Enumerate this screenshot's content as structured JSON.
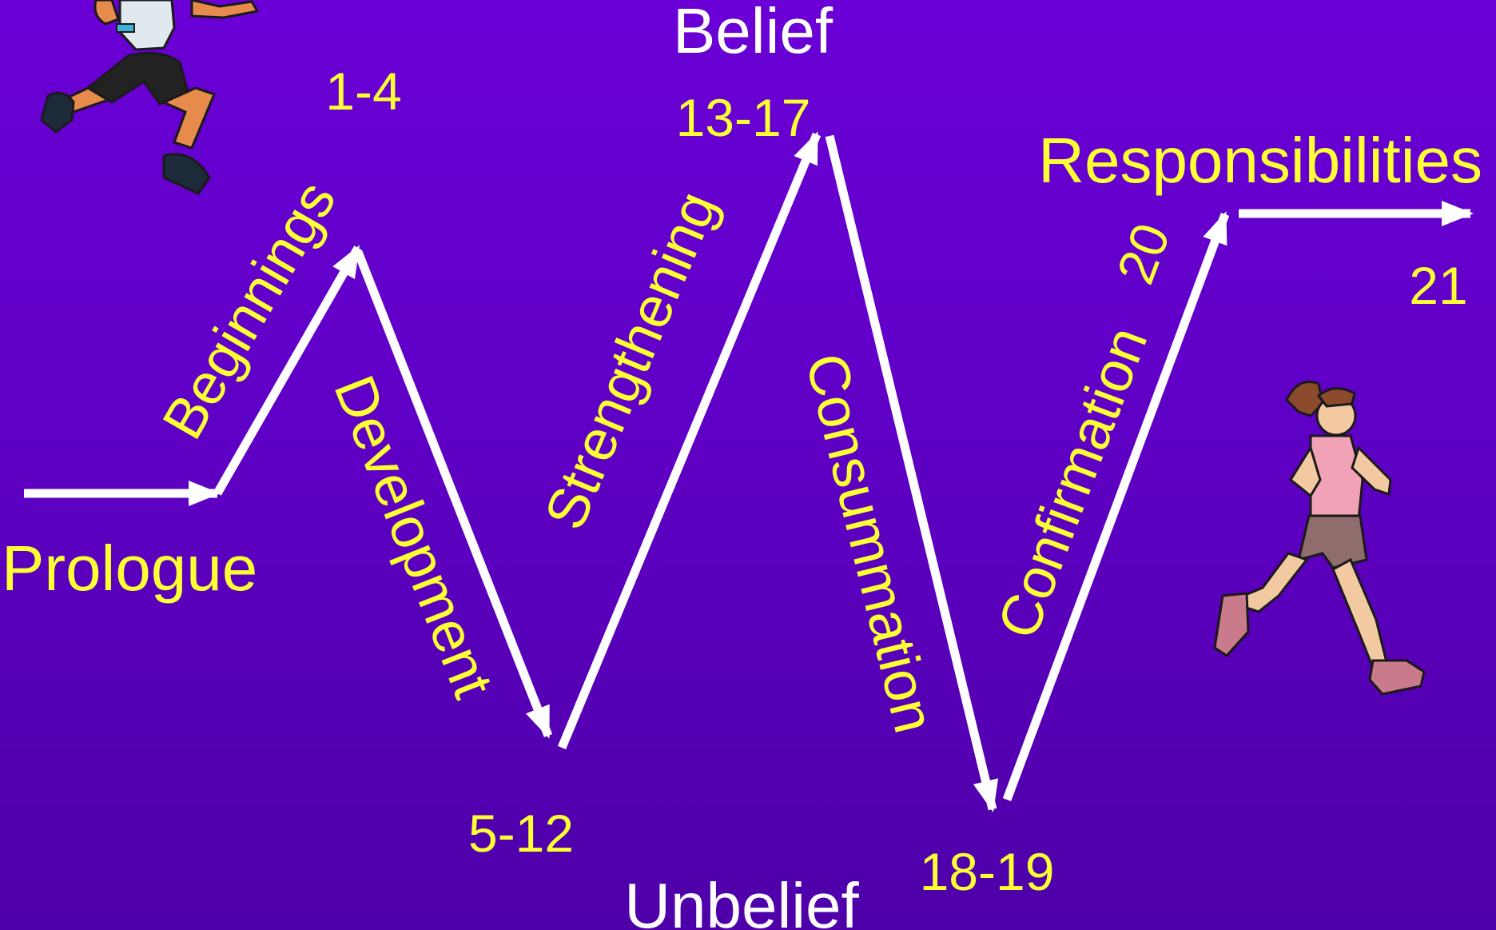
{
  "colors": {
    "background_top": "#6a00d6",
    "background_bottom": "#4e00a8",
    "label_text": "#ffff33",
    "heading_text": "#ffffff",
    "arrow": "#ffffff"
  },
  "headings": {
    "top": "Belief",
    "bottom": "Unbelief"
  },
  "stages": [
    {
      "name": "Prologue"
    },
    {
      "name": "Beginnings",
      "chapters": "1-4"
    },
    {
      "name": "Development",
      "chapters": "5-12"
    },
    {
      "name": "Strengthening",
      "chapters": "13-17"
    },
    {
      "name": "Consummation",
      "chapters": "18-19"
    },
    {
      "name": "Confirmation",
      "chapters": "20"
    },
    {
      "name": "Responsibilities",
      "chapters": "21"
    }
  ],
  "illustrations": [
    "running-man-illustration",
    "running-woman-illustration"
  ]
}
